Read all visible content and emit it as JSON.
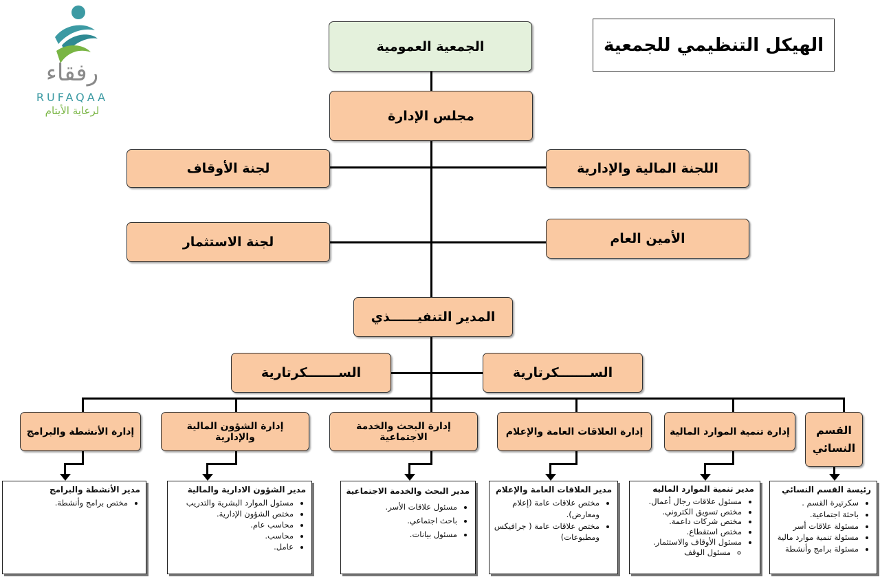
{
  "title": "الهيكل التنظيمي للجمعية",
  "logo": {
    "name_ar": "رفقاء",
    "name_en": "RUFAQAA",
    "tagline": "لرعاية الأيتام",
    "colors": {
      "teal": "#3c9aa3",
      "green": "#79b544",
      "gray": "#8a8a8a"
    }
  },
  "colors": {
    "box_fill": "#fac9a2",
    "top_fill": "#e4f1dc",
    "lines": "#000000"
  },
  "nodes": {
    "general_assembly": "الجمعية العمومية",
    "board": "مجلس الإدارة",
    "waqf_committee": "لجنة الأوقاف",
    "finance_admin_committee": "اللجنة المالية والإدارية",
    "investment_committee": "لجنة الاستثمار",
    "secretary_general": "الأمين العام",
    "executive_director": "المدير التنفيــــــذي",
    "secretariat_left": "الســـــــكرتارية",
    "secretariat_right": "الســـــــكرتارية"
  },
  "departments": [
    {
      "label": "القسم النسائي"
    },
    {
      "label": "إدارة تنمية الموارد المالية"
    },
    {
      "label": "إدارة العلاقات العامة والإعلام"
    },
    {
      "label": "إدارة البحث والخدمة الاجتماعية"
    },
    {
      "label": "إدارة الشؤون المالية والإدارية"
    },
    {
      "label": "إدارة الأنشطة والبرامج"
    }
  ],
  "cards": [
    {
      "head": "رئيسة القسم النسائي",
      "items": [
        "سكرتيرة القسم .",
        "باحثة اجتماعية.",
        "مسئولة علاقات أسر",
        "مسئولة تنمية موارد مالية",
        "مسئولة برامج وأنشطة"
      ]
    },
    {
      "head": "مدير تنمية الموارد الماليه",
      "items": [
        "مسئول علاقات رجال أعمال.",
        "مختص تسويق الكتروني.",
        "مختص شركات داعمة.",
        "مختص استقطاع.",
        "مسئول الأوقاف والاستثمار."
      ],
      "sub": [
        "مسئول الوقف"
      ]
    },
    {
      "head": "مدير العلاقات العامة والإعلام",
      "items": [
        "مختص علاقات عامة (إعلام ومعارض).",
        "مختص علاقات عامة ( جرافيكس ومطبوعات)"
      ]
    },
    {
      "head": "مدير البحث والخدمة الاجتماعية",
      "items": [
        "مسئول علاقات الأسر.",
        "باحث اجتماعي.",
        "مسئول بيانات."
      ]
    },
    {
      "head": "مدير الشؤون الادارية والمالية",
      "items": [
        "مسئول الموارد البشرية والتدريب",
        "مختص الشؤون الإدارية.",
        "محاسب عام.",
        "محاسب.",
        "عامل."
      ]
    },
    {
      "head": "مدير الأنشطة والبرامج",
      "items": [
        "مختص برامج وأنشطة."
      ]
    }
  ]
}
